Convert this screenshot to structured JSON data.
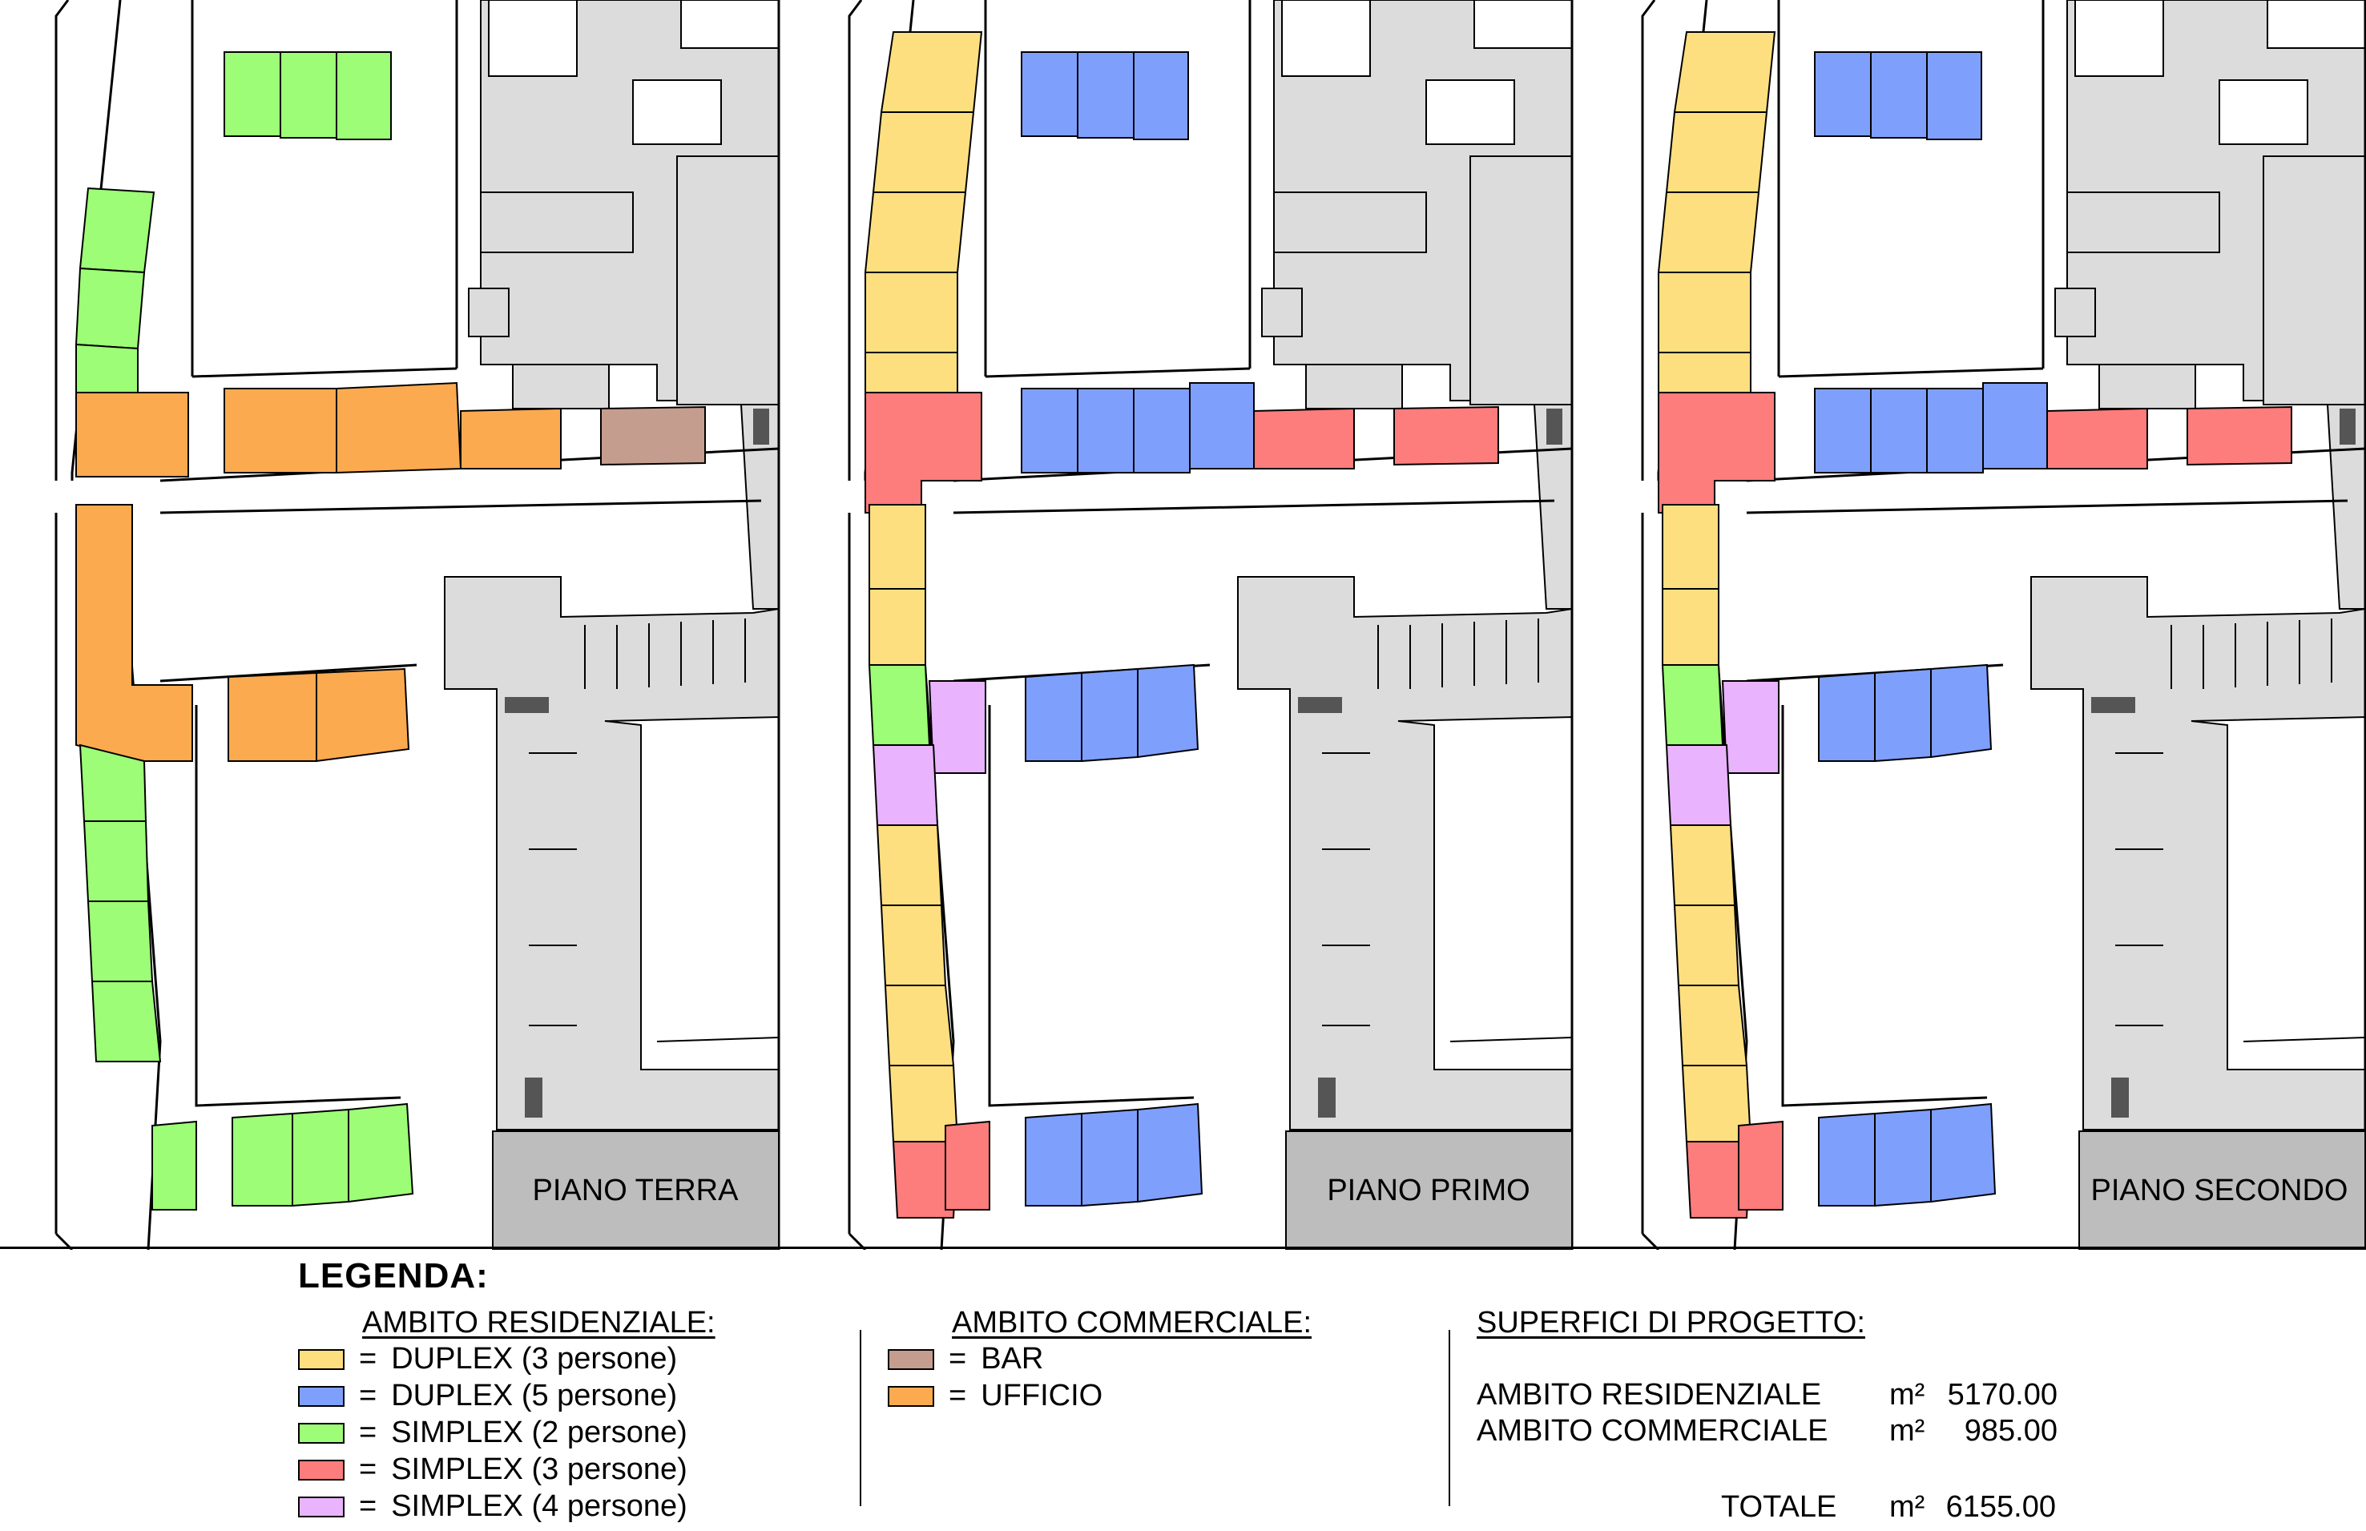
{
  "colors": {
    "duplex3": "#fddf80",
    "duplex5": "#7f9ffd",
    "simplex2": "#9dfd76",
    "simplex3": "#fd7c7c",
    "simplex4": "#e9b3fd",
    "bar": "#c59d8f",
    "ufficio": "#fcaa50",
    "existing": "#dcdcdc",
    "label_box": "#bdbdbd"
  },
  "plans": [
    {
      "label": "PIANO TERRA"
    },
    {
      "label": "PIANO PRIMO"
    },
    {
      "label": "PIANO SECONDO"
    }
  ],
  "legend": {
    "title": "LEGENDA:",
    "residential": {
      "heading": "AMBITO RESIDENZIALE:",
      "items": [
        {
          "key": "duplex3",
          "eq": "=",
          "label": "DUPLEX (3 persone)"
        },
        {
          "key": "duplex5",
          "eq": "=",
          "label": "DUPLEX (5 persone)"
        },
        {
          "key": "simplex2",
          "eq": "=",
          "label": "SIMPLEX (2 persone)"
        },
        {
          "key": "simplex3",
          "eq": "=",
          "label": "SIMPLEX (3 persone)"
        },
        {
          "key": "simplex4",
          "eq": "=",
          "label": "SIMPLEX (4 persone)"
        }
      ]
    },
    "commercial": {
      "heading": "AMBITO COMMERCIALE:",
      "items": [
        {
          "key": "bar",
          "eq": "=",
          "label": "BAR"
        },
        {
          "key": "ufficio",
          "eq": "=",
          "label": "UFFICIO"
        }
      ]
    },
    "areas": {
      "heading": "SUPERFICI DI PROGETTO:",
      "rows": [
        {
          "label": "AMBITO RESIDENZIALE",
          "unit": "m²",
          "value": "5170.00"
        },
        {
          "label": "AMBITO COMMERCIALE",
          "unit": "m²",
          "value": "985.00"
        }
      ],
      "total": {
        "label": "TOTALE",
        "unit": "m²",
        "value": "6155.00"
      }
    }
  }
}
